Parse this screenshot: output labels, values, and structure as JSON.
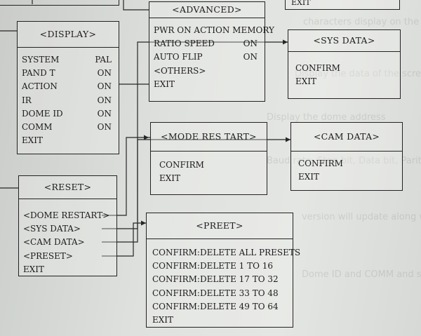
{
  "advanced": {
    "title": "<ADVANCED>",
    "items": [
      "PWR ON ACTION MEMORY",
      "RATIO SPEED",
      "AUTO FLIP",
      "<OTHERS>",
      "EXIT"
    ],
    "values": [
      "",
      "ON",
      "ON",
      "",
      ""
    ]
  },
  "display": {
    "title": "<DISPLAY>",
    "rows": [
      {
        "label": "SYSTEM",
        "value": "PAL"
      },
      {
        "label": "PAND T",
        "value": "ON"
      },
      {
        "label": "ACTION",
        "value": "ON"
      },
      {
        "label": "IR",
        "value": "ON"
      },
      {
        "label": "DOME ID",
        "value": "ON"
      },
      {
        "label": "COMM",
        "value": "ON"
      },
      {
        "label": "EXIT",
        "value": ""
      }
    ]
  },
  "sys_data": {
    "title": "<SYS DATA>",
    "items": [
      "CONFIRM",
      "EXIT"
    ]
  },
  "mode_restart": {
    "title": "<MODE RES TART>",
    "items": [
      "CONFIRM",
      "EXIT"
    ]
  },
  "cam_data": {
    "title": "<CAM DATA>",
    "items": [
      "CONFIRM",
      "EXIT"
    ]
  },
  "reset": {
    "title": "<RESET>",
    "items": [
      "<DOME RESTART>",
      "<SYS DATA>",
      "<CAM DATA>",
      "<PRESET>",
      "EXIT"
    ]
  },
  "preet": {
    "title": "<PREET>",
    "items": [
      "CONFIRM:DELETE ALL PRESETS",
      "CONFIRM:DELETE 1 TO 16",
      "CONFIRM:DELETE 17 TO 32",
      "CONFIRM:DELETE 33 TO 48",
      "CONFIRM:DELETE 49 TO 64",
      "EXIT"
    ]
  },
  "top_right_stub": {
    "label": "EXIT"
  }
}
